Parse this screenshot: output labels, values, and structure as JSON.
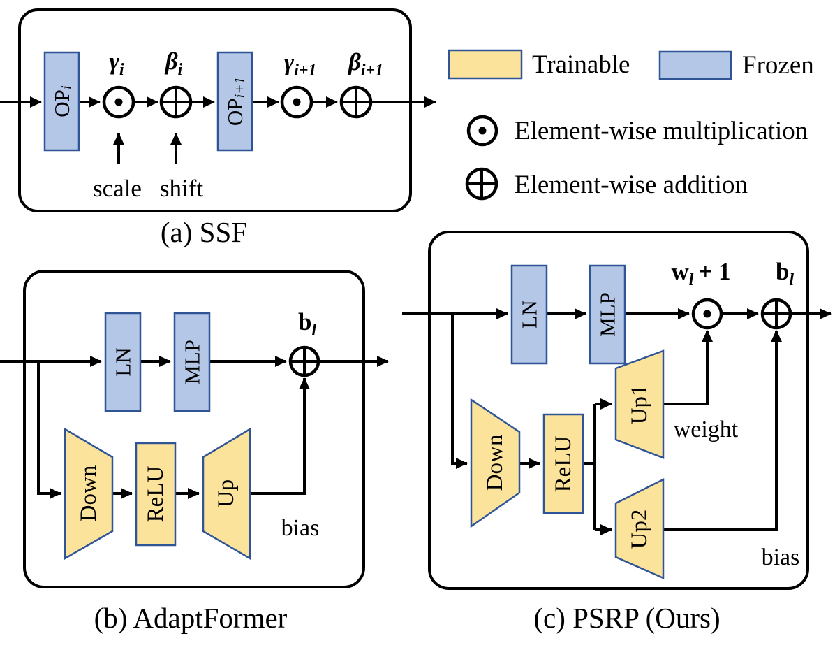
{
  "colors": {
    "trainable_fill": "#FBE39C",
    "frozen_fill": "#B4C7E7",
    "shape_border": "#2F5597",
    "line": "#000000",
    "background": "#FFFFFF"
  },
  "legend": {
    "trainable_label": "Trainable",
    "frozen_label": "Frozen",
    "multiply_label": "Element-wise multiplication",
    "add_label": "Element-wise addition"
  },
  "panel_a": {
    "caption": "(a) SSF",
    "blocks": {
      "op_i": {
        "base": "OP",
        "sub": "i"
      },
      "op_i1": {
        "base": "OP",
        "sub": "i+1"
      }
    },
    "labels": {
      "gamma_i": {
        "base": "γ",
        "sub": "i"
      },
      "beta_i": {
        "base": "β",
        "sub": "i"
      },
      "gamma_i1": {
        "base": "γ",
        "sub": "i+1"
      },
      "beta_i1": {
        "base": "β",
        "sub": "i+1"
      },
      "scale": "scale",
      "shift": "shift"
    }
  },
  "panel_b": {
    "caption": "(b) AdaptFormer",
    "blocks": {
      "ln": "LN",
      "mlp": "MLP",
      "down": "Down",
      "relu": "ReLU",
      "up": "Up"
    },
    "labels": {
      "b_l": {
        "base": "b",
        "sub": "l"
      },
      "bias": "bias"
    }
  },
  "panel_c": {
    "caption": "(c) PSRP (Ours)",
    "blocks": {
      "ln": "LN",
      "mlp": "MLP",
      "down": "Down",
      "relu": "ReLU",
      "up1": "Up1",
      "up2": "Up2"
    },
    "labels": {
      "w_l": {
        "base": "w",
        "sub": "l",
        "suffix": "+ 1"
      },
      "b_l": {
        "base": "b",
        "sub": "l"
      },
      "weight": "weight",
      "bias": "bias"
    }
  }
}
